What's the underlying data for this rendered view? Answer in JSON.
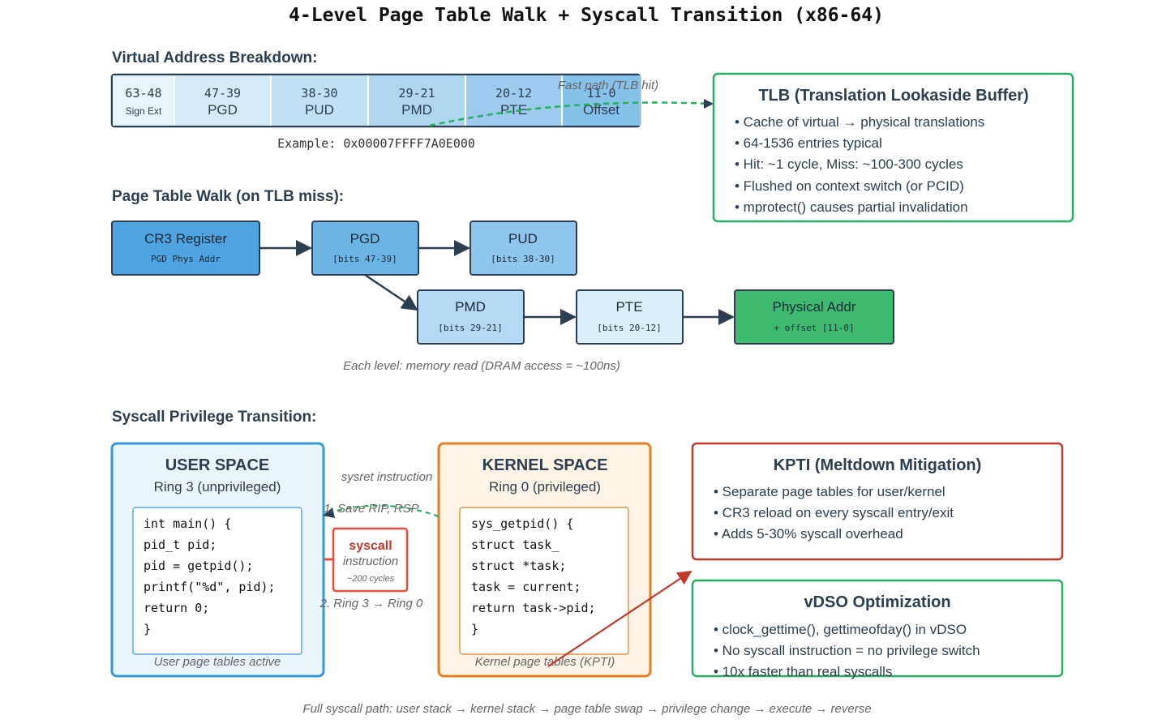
{
  "title": "4-Level Page Table Walk + Syscall Transition (x86-64)",
  "va": {
    "heading": "Virtual Address Breakdown:",
    "fields": [
      {
        "bits": "63-48",
        "name": "Sign Ext",
        "fill": "#e8f4fb"
      },
      {
        "bits": "47-39",
        "name": "PGD",
        "fill": "#d6eaf8"
      },
      {
        "bits": "38-30",
        "name": "PUD",
        "fill": "#c2e0f4"
      },
      {
        "bits": "29-21",
        "name": "PMD",
        "fill": "#aed6f1"
      },
      {
        "bits": "20-12",
        "name": "PTE",
        "fill": "#9ccbee"
      },
      {
        "bits": "11-0",
        "name": "Offset",
        "fill": "#85c1e9"
      }
    ],
    "example": "Example: 0x00007FFFF7A0E000",
    "fast_path": "Fast path (TLB hit)"
  },
  "tlb": {
    "title": "TLB (Translation Lookaside Buffer)",
    "bullets": [
      "• Cache of virtual → physical translations",
      "• 64-1536 entries typical",
      "• Hit: ~1 cycle, Miss: ~100-300 cycles",
      "• Flushed on context switch (or PCID)",
      "• mprotect() causes partial invalidation"
    ]
  },
  "walk": {
    "heading": "Page Table Walk (on TLB miss):",
    "nodes": {
      "cr3": {
        "label": "CR3 Register",
        "sub": "PGD Phys Addr"
      },
      "pgd": {
        "label": "PGD",
        "sub": "[bits 47-39]"
      },
      "pud": {
        "label": "PUD",
        "sub": "[bits 38-30]"
      },
      "pmd": {
        "label": "PMD",
        "sub": "[bits 29-21]"
      },
      "pte": {
        "label": "PTE",
        "sub": "[bits 20-12]"
      },
      "phys": {
        "label": "Physical Addr",
        "sub": "+ offset [11-0]"
      }
    },
    "note": "Each level: memory read (DRAM access = ~100ns)"
  },
  "syscall": {
    "heading": "Syscall Privilege Transition:",
    "user": {
      "title": "USER SPACE",
      "subtitle": "Ring 3 (unprivileged)",
      "code": [
        "int main() {",
        "pid_t pid;",
        "pid = getpid();",
        "printf(\"%d\", pid);",
        "return 0;",
        "}"
      ],
      "footer": "User page tables active"
    },
    "kernel": {
      "title": "KERNEL SPACE",
      "subtitle": "Ring 0 (privileged)",
      "code": [
        "sys_getpid() {",
        "struct task_",
        "struct *task;",
        "task = current;",
        "return task->pid;",
        "}"
      ],
      "footer": "Kernel page tables (KPTI)"
    },
    "instr": {
      "name": "syscall",
      "label": "instruction",
      "cycles": "~200 cycles"
    },
    "sysret": "sysret instruction",
    "step1": "1. Save RIP, RSP",
    "step2": "2. Ring 3 → Ring 0",
    "footer": "Full syscall path: user stack → kernel stack → page table swap → privilege change → execute → reverse"
  },
  "kpti": {
    "title": "KPTI (Meltdown Mitigation)",
    "bullets": [
      "• Separate page tables for user/kernel",
      "• CR3 reload on every syscall entry/exit",
      "• Adds 5-30% syscall overhead"
    ]
  },
  "vdso": {
    "title": "vDSO Optimization",
    "bullets": [
      "• clock_gettime(), gettimeofday() in vDSO",
      "• No syscall instruction = no privilege switch",
      "• 10x faster than real syscalls"
    ]
  },
  "colors": {
    "dark": "#2c3e50",
    "green": "#27ae60",
    "red": "#c0392b",
    "blue": "#3498db",
    "orange": "#e67e22",
    "gray": "#666666"
  }
}
